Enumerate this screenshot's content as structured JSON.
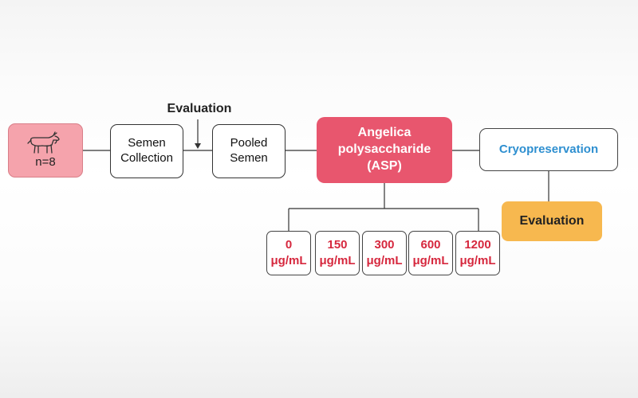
{
  "nodes": {
    "goats": {
      "count_label": "n=8",
      "icon": "goat-icon"
    },
    "semen_collection": {
      "line1": "Semen",
      "line2": "Collection"
    },
    "evaluation_top": "Evaluation",
    "pooled_semen": {
      "line1": "Pooled",
      "line2": "Semen"
    },
    "asp": {
      "line1": "Angelica",
      "line2": "polysaccharide",
      "line3": "(ASP)"
    },
    "cryopreservation": "Cryopreservation",
    "evaluation_bottom": "Evaluation"
  },
  "doses": [
    {
      "value": "0",
      "unit": "μg/mL"
    },
    {
      "value": "150",
      "unit": "μg/mL"
    },
    {
      "value": "300",
      "unit": "μg/mL"
    },
    {
      "value": "600",
      "unit": "μg/mL"
    },
    {
      "value": "1200",
      "unit": "μg/mL"
    }
  ],
  "colors": {
    "goat_box": "#f5a3ac",
    "asp_box": "#e8566e",
    "cryo_text": "#2e8fd0",
    "evaluation_box": "#f7b84f",
    "dose_text": "#d6283e"
  }
}
